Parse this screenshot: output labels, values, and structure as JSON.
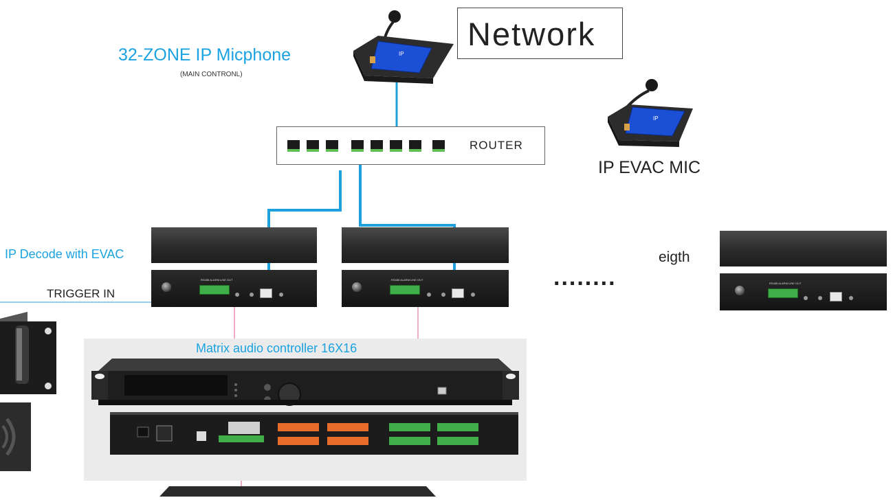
{
  "labels": {
    "network": "Network",
    "main_mic": "32-ZONE IP Micphone",
    "main_mic_sub": "(MAIN CONTRONL)",
    "router": "ROUTER",
    "evac_mic": "IP EVAC MIC",
    "decoder": "IP Decode with EVAC",
    "trigger": "TRIGGER IN",
    "eighth": "eigth",
    "ellipsis": "........",
    "matrix": "Matrix audio controller 16X16",
    "mic_screen": "IP"
  },
  "colors": {
    "accent_blue": "#1aa3e0",
    "cable_blue": "#1ea0dd",
    "cable_pink": "#e2579a",
    "trigger_line": "#2a9fd8",
    "terminal_green": "#3fae49",
    "terminal_orange": "#e86b2a",
    "screen_blue": "#1a4fd6"
  }
}
